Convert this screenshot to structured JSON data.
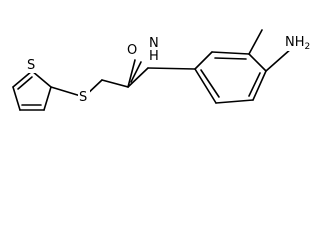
{
  "atoms": {
    "S_ring": "S",
    "S_link": "S",
    "O": "O",
    "NH": "N",
    "H_on_N": "H",
    "NH2": "NH",
    "sub_2": "2"
  },
  "colors": {
    "ink": "#000000",
    "background": "#ffffff"
  }
}
